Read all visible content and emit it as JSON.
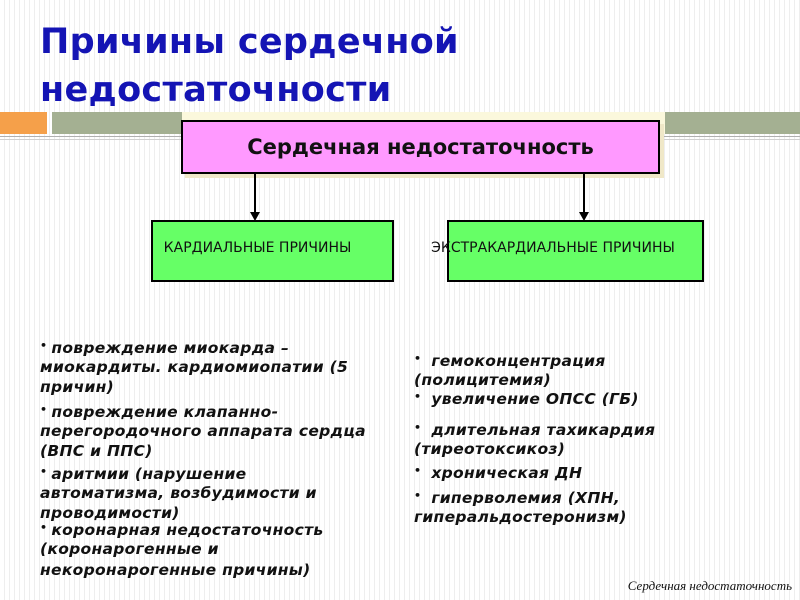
{
  "title": {
    "line1": "Причины сердечной",
    "line2": "недостаточности"
  },
  "main_box": "Сердечная недостаточность",
  "categories": {
    "cardiac": "КАРДИАЛЬНЫЕ ПРИЧИНЫ",
    "extracardiac": "ЭКСТРАКАРДИАЛЬНЫЕ ПРИЧИНЫ"
  },
  "cardiac_causes": [
    {
      "lines": [
        "повреждение миокарда –",
        "миокардиты. кардиомиопатии (5",
        "причин)"
      ]
    },
    {
      "lines": [
        "повреждение клапанно-",
        "перегородочного аппарата сердца",
        "(ВПС и ППС)"
      ]
    },
    {
      "lines": [
        "аритмии (нарушение",
        "автоматизма, возбудимости и",
        "проводимости)"
      ]
    },
    {
      "lines": [
        "коронарная недостаточность",
        "(коронарогенные и",
        "некоронарогенные причины)"
      ]
    }
  ],
  "extracardiac_causes": [
    {
      "lines": [
        "гемоконцентрация",
        "(полицитемия)"
      ]
    },
    {
      "lines": [
        "увеличение ОПСС (ГБ)"
      ]
    },
    {
      "lines": [
        "длительная тахикардия",
        "(тиреотоксикоз)"
      ]
    },
    {
      "lines": [
        "хроническая ДН"
      ]
    },
    {
      "lines": [
        "гиперволемия (ХПН,",
        "гиперальдостеронизм)"
      ]
    }
  ],
  "bullet_symbol": "•",
  "footer": "Сердечная недостаточность",
  "colors": {
    "title": "#1414b4",
    "main_box": "#ff99ff",
    "category_box": "#66ff66",
    "accent_orange": "#f5a04a",
    "accent_green": "#a4b092"
  }
}
